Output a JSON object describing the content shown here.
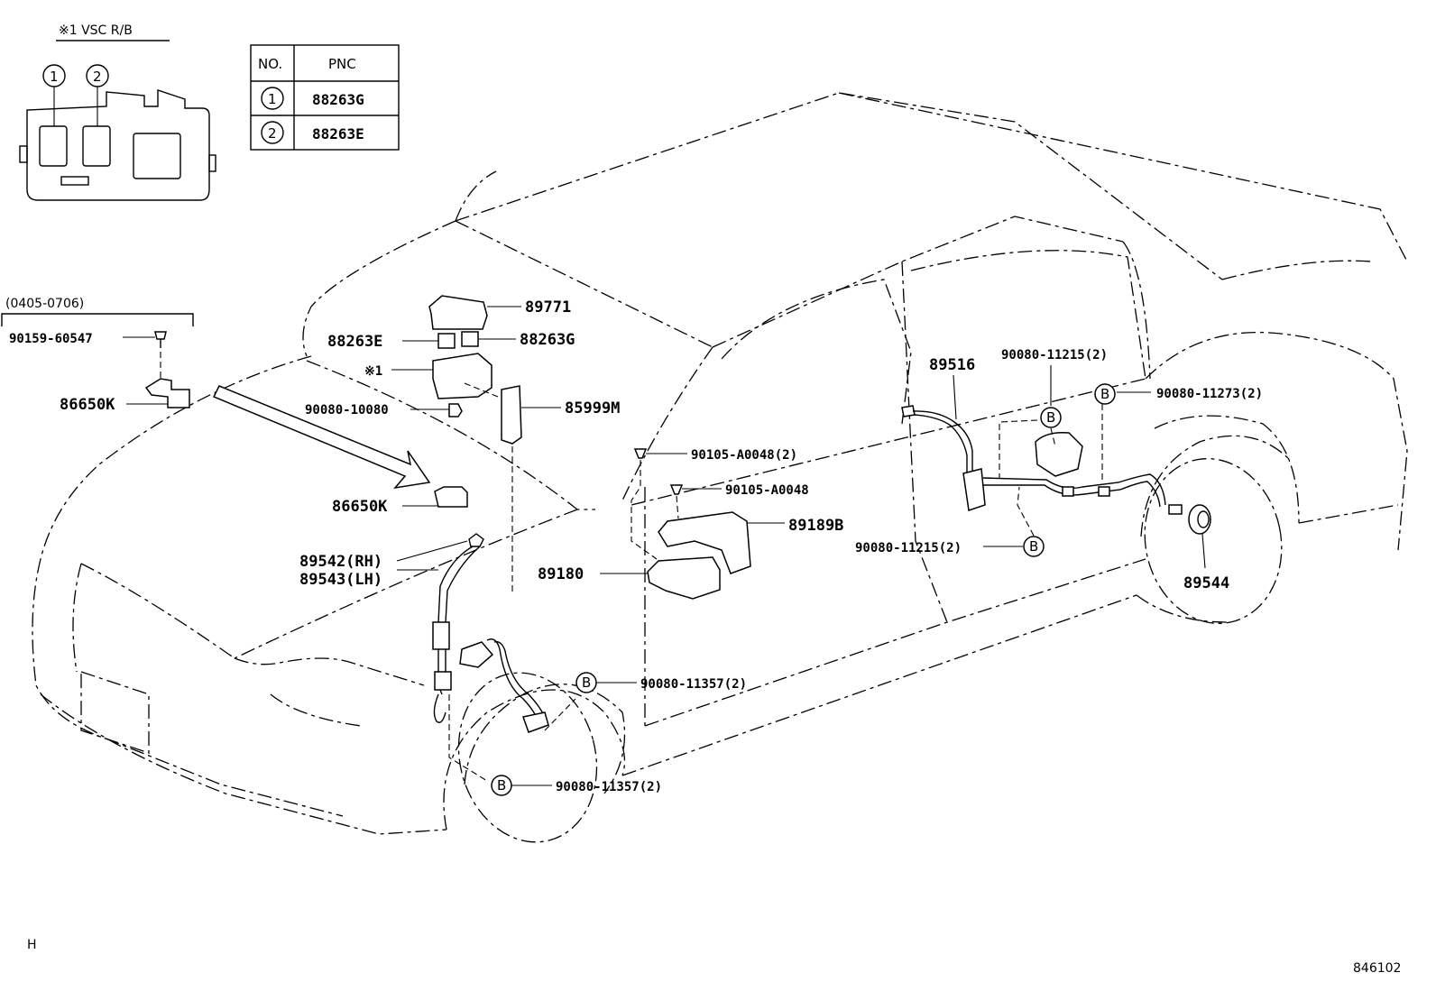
{
  "inset": {
    "title": "※1 VSC R/B",
    "markers": [
      "1",
      "2"
    ]
  },
  "pnc_table": {
    "headers": [
      "NO.",
      "PNC"
    ],
    "rows": [
      {
        "no": "1",
        "pnc": "88263G"
      },
      {
        "no": "2",
        "pnc": "88263E"
      }
    ]
  },
  "date_range": "(0405-0706)",
  "parts": {
    "p90159": "90159-60547",
    "p86650k_a": "86650K",
    "p89771": "89771",
    "p88263e": "88263E",
    "p88263g": "88263G",
    "px1": "※1",
    "p90080_10080": "90080-10080",
    "p85999m": "85999M",
    "p86650k_b": "86650K",
    "p90105_2": "90105-A0048(2)",
    "p90105": "90105-A0048",
    "p89189b": "89189B",
    "p89180": "89180",
    "p89542": "89542(RH)",
    "p89543": "89543(LH)",
    "p89516": "89516",
    "p90080_11215_top": "90080-11215(2)",
    "p90080_11273": "90080-11273(2)",
    "p90080_11215_mid": "90080-11215(2)",
    "p89544": "89544",
    "p90080_11357_a": "90080-11357(2)",
    "p90080_11357_b": "90080-11357(2)"
  },
  "ref_marker": "B",
  "footer": {
    "left_code": "H",
    "figure_number": "846102"
  }
}
